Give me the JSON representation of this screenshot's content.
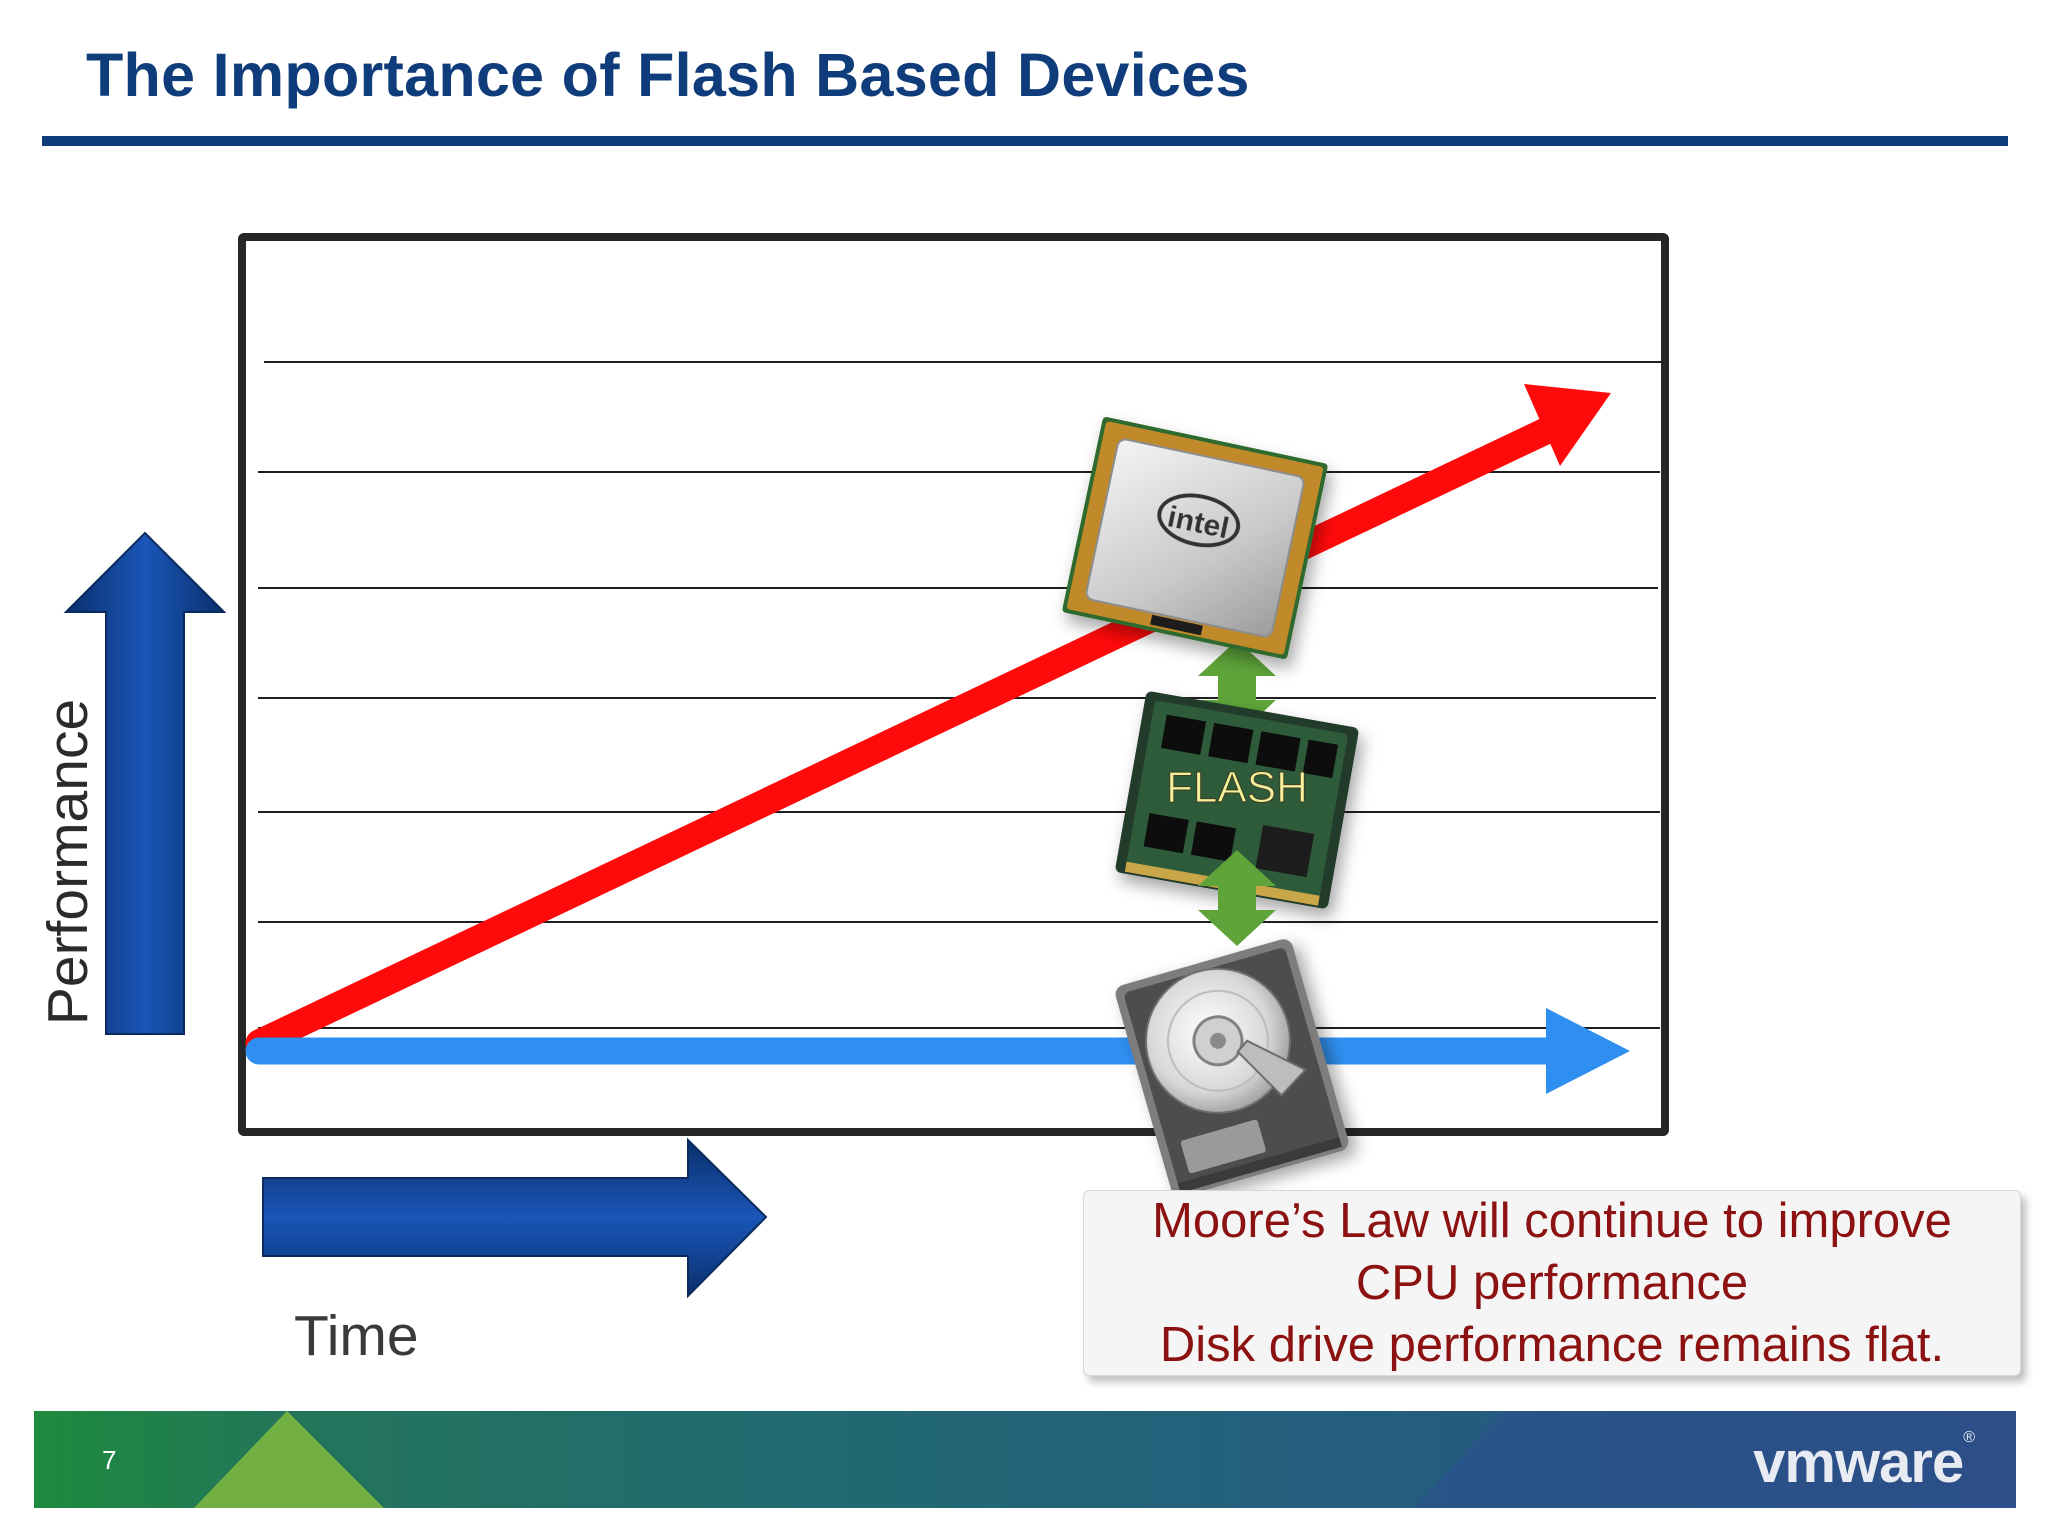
{
  "slide": {
    "title": "The Importance of Flash Based Devices",
    "page_number": "7"
  },
  "diagram": {
    "y_axis_label": "Performance",
    "x_axis_label": "Time",
    "flash_label": "FLASH",
    "cpu_logo_text": "intel",
    "colors": {
      "cpu_trend": "#ff0a0a",
      "disk_trend": "#2f8ff0",
      "axis_arrows": "#0f3c7a",
      "bridge_arrows": "#5ea43a",
      "flash_label": "#f3ef9a",
      "title": "#0f3c7a",
      "callout_text": "#8c1111"
    },
    "icons": [
      "cpu-chip-icon",
      "flash-ssd-icon",
      "hard-disk-icon"
    ]
  },
  "callout": {
    "lines": [
      "Moore’s Law will continue to improve",
      "CPU performance",
      "Disk drive performance remains flat."
    ]
  },
  "footer": {
    "brand": "vmware",
    "brand_mark": "®"
  }
}
